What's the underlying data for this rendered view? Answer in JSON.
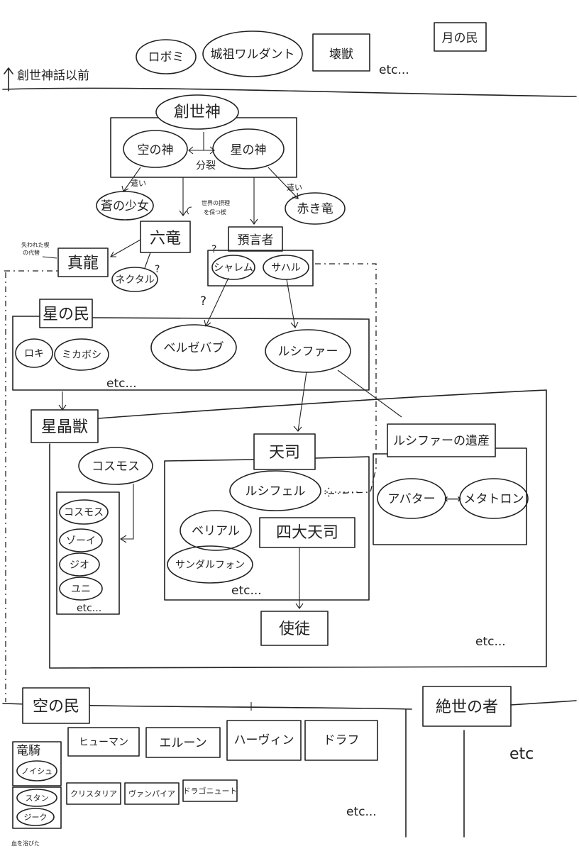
{
  "top": {
    "robomi": "ロボミ",
    "wardant": "城祖ワルダント",
    "kaiju": "壊獣",
    "moon_people": "月の民",
    "etc": "etc...",
    "before_myth": "創世神話以前"
  },
  "creation": {
    "creator_god": "創世神",
    "sky_god": "空の神",
    "star_god": "星の神",
    "split": "分裂",
    "blue_girl": "蒼の少女",
    "envoy_left": "遣い",
    "envoy_right": "遣い",
    "red_dragon": "赤き竜",
    "six_dragons": "六竜",
    "six_dragons_note_1": "世界の摂理",
    "six_dragons_note_2": "を保つ楔",
    "prophet": "預言者",
    "shalem": "シャレム",
    "sahal": "サハル",
    "true_dragon": "真龍",
    "true_dragon_note_1": "失われた楔",
    "true_dragon_note_2": "の代替",
    "nectar": "ネクタル",
    "q1": "?",
    "q2": "?",
    "q3": "?"
  },
  "star_people": {
    "title": "星の民",
    "loki": "ロキ",
    "mikaboshi": "ミカボシ",
    "beelzebub": "ベルゼバブ",
    "lucifer": "ルシファー",
    "etc": "etc..."
  },
  "astral_beasts": {
    "title": "星晶獣",
    "cosmos_head": "コスモス",
    "cosmos": "コスモス",
    "zeui": "ゾーイ",
    "zio": "ジオ",
    "uni": "ユニ",
    "etc_small": "etc...",
    "etc": "etc..."
  },
  "heaven": {
    "title": "天司",
    "lucifel": "ルシフェル",
    "belial": "ベリアル",
    "sandalphon": "サンダルフォン",
    "four_archangels": "四大天司",
    "etc": "etc...",
    "apostles": "使徒"
  },
  "legacy": {
    "title": "ルシファーの遺産",
    "avatar": "アバター",
    "arrow": "⟷",
    "metatron": "メタトロン"
  },
  "sky_people": {
    "title": "空の民",
    "erune": "エルーン",
    "human": "ヒューマン",
    "harvin": "ハーヴィン",
    "draph": "ドラフ",
    "dragoon": "竜騎",
    "noish": "ノイシュ",
    "stan": "スタン",
    "zeek": "ジーク",
    "blood_note": "血を浴びた",
    "crystaria": "クリスタリア",
    "vampire": "ヴァンパイア",
    "dragonute": "ドラゴニュート",
    "etc": "etc..."
  },
  "outsider": {
    "title": "絶世の者",
    "etc": "etc"
  }
}
